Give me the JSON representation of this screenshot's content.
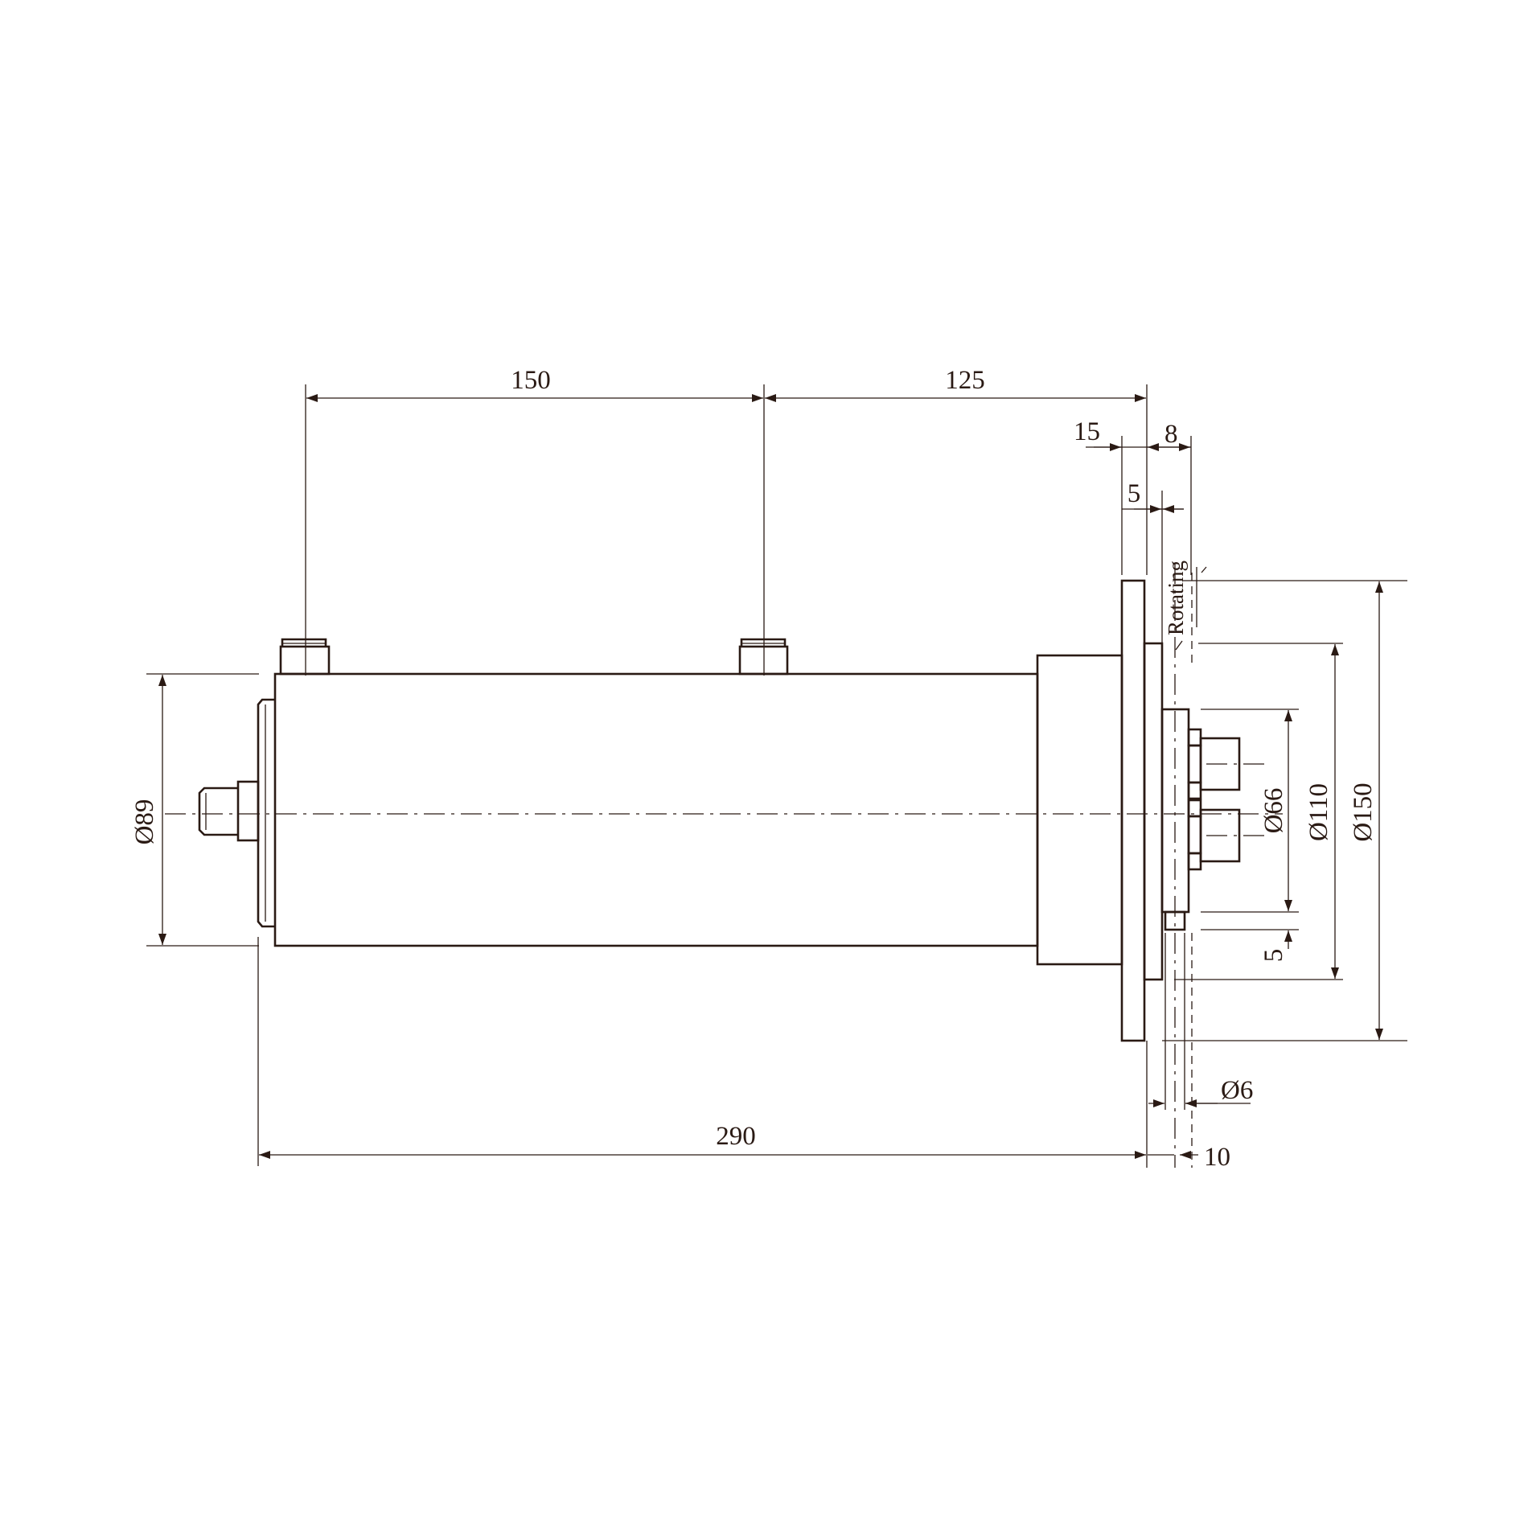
{
  "drawing": {
    "colors": {
      "line": "#2a1a14",
      "background": "#ffffff"
    },
    "dimensions": {
      "dim_150_top": "150",
      "dim_125": "125",
      "dim_15": "15",
      "dim_8": "8",
      "dim_5_top": "5",
      "rotating_label": "Rotating",
      "dim_dia89": "Ø89",
      "dim_dia66": "Ø66",
      "dim_dia110": "Ø110",
      "dim_dia150": "Ø150",
      "dim_5_side": "5",
      "dim_dia6": "Ø6",
      "dim_290": "290",
      "dim_10": "10"
    }
  }
}
